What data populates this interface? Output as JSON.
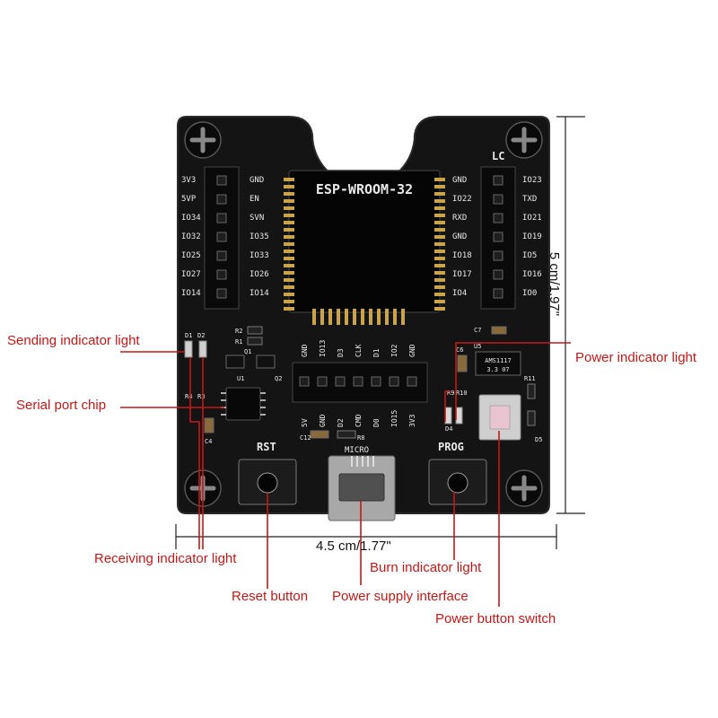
{
  "board": {
    "module_label": "ESP-WROOM-32",
    "left_header_labels": [
      "3V3",
      "5VP",
      "IO34",
      "IO32",
      "IO25",
      "IO27",
      "IO14"
    ],
    "left_inner_labels": [
      "GND",
      "EN",
      "SVN",
      "IO35",
      "IO33",
      "IO26",
      "IO14"
    ],
    "right_inner_labels": [
      "GND",
      "IO22",
      "RXD",
      "GND",
      "IO18",
      "IO17",
      "IO4"
    ],
    "right_header_labels": [
      "IO23",
      "TXD",
      "IO21",
      "IO19",
      "IO5",
      "IO16",
      "IO0"
    ],
    "top_bottom_header_labels": [
      "GND",
      "IO13",
      "D3",
      "CLK",
      "D1",
      "IO2",
      "GND"
    ],
    "bottom_bottom_header_labels": [
      "5V",
      "GND",
      "D2",
      "CMD",
      "D0",
      "IO15",
      "3V3"
    ],
    "corner_label": "LC",
    "rst_label": "RST",
    "prog_label": "PROG",
    "micro_label": "MICRO",
    "component_labels": [
      "R2",
      "R1",
      "D1",
      "D2",
      "R4",
      "R3",
      "U1",
      "Q1",
      "Q2",
      "C12",
      "R8",
      "C4",
      "C7",
      "C6",
      "U5",
      "R10",
      "R9",
      "R11",
      "D5",
      "D4"
    ],
    "regulator_text": [
      "AMS1117",
      "3.3 07"
    ]
  },
  "dimensions": {
    "height_label": "5 cm/1.97\"",
    "width_label": "4.5 cm/1.77\""
  },
  "callouts": {
    "sending_indicator": "Sending indicator light",
    "serial_port_chip": "Serial port chip",
    "receiving_indicator": "Receiving indicator light",
    "reset_button": "Reset button",
    "power_supply_interface": "Power supply interface",
    "burn_indicator": "Burn indicator light",
    "power_button_switch": "Power button switch",
    "power_indicator": "Power indicator light"
  },
  "colors": {
    "callout_red": "#c41818",
    "pcb": "#141414",
    "silkscreen": "#e8e8e8"
  }
}
